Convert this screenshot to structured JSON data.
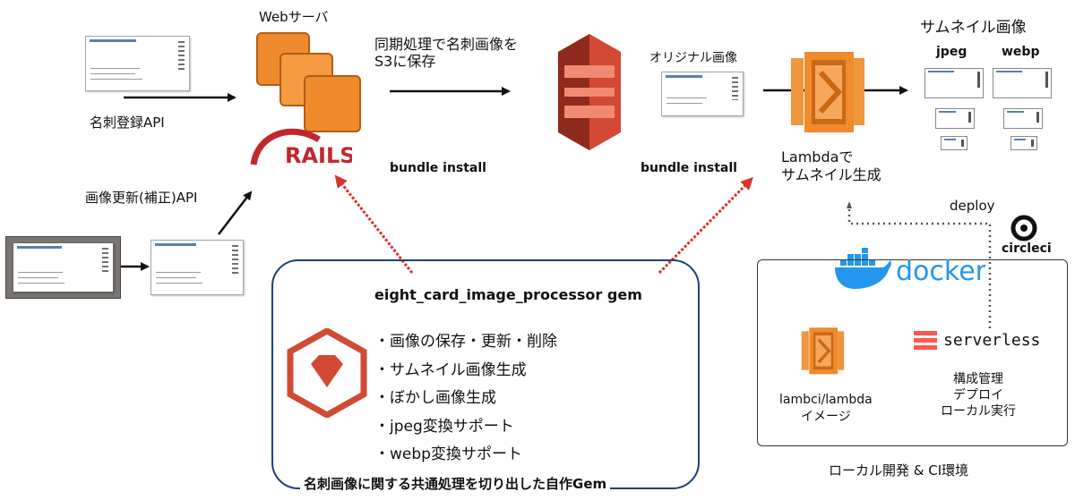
{
  "labels": {
    "web_server": "Webサーバ",
    "sync_save": "同期処理で名刺画像を\nS3に保存",
    "original_image": "オリジナル画像",
    "thumbnail_title": "サムネイル画像",
    "jpeg": "jpeg",
    "webp": "webp",
    "card_register_api": "名刺登録API",
    "image_update_api": "画像更新(補正)API",
    "bundle_install_1": "bundle install",
    "bundle_install_2": "bundle install",
    "lambda_thumb": "Lambdaで\nサムネイル生成",
    "deploy": "deploy",
    "rails": "RAILS",
    "circleci": "circleci",
    "docker": "docker",
    "serverless": "serverless",
    "serverless_roles": "構成管理\nデプロイ\nローカル実行",
    "lambci": "lambci/lambda\nイメージ",
    "local_env": "ローカル開発 & CI環境"
  },
  "gem": {
    "title": "eight_card_image_processor gem",
    "features": [
      "・画像の保存・更新・削除",
      "・サムネイル画像生成",
      "・ぼかし画像生成",
      "・jpeg変換サポート",
      "・webp変換サポート"
    ],
    "caption": "名刺画像に関する共通処理を切り出した自作Gem"
  },
  "colors": {
    "aws_orange": "#ef8a2d",
    "s3_red": "#d24a34",
    "rails_red": "#c1272d",
    "gem_border": "#1f3f7a",
    "docker_blue": "#2496ed",
    "dashed_red": "#d9322b",
    "serverless_red": "#fd5750"
  },
  "icons": [
    "web-server-icon",
    "rails-logo",
    "s3-bucket-icon",
    "lambda-icon",
    "ruby-gem-icon",
    "docker-logo",
    "serverless-logo",
    "circleci-logo"
  ]
}
